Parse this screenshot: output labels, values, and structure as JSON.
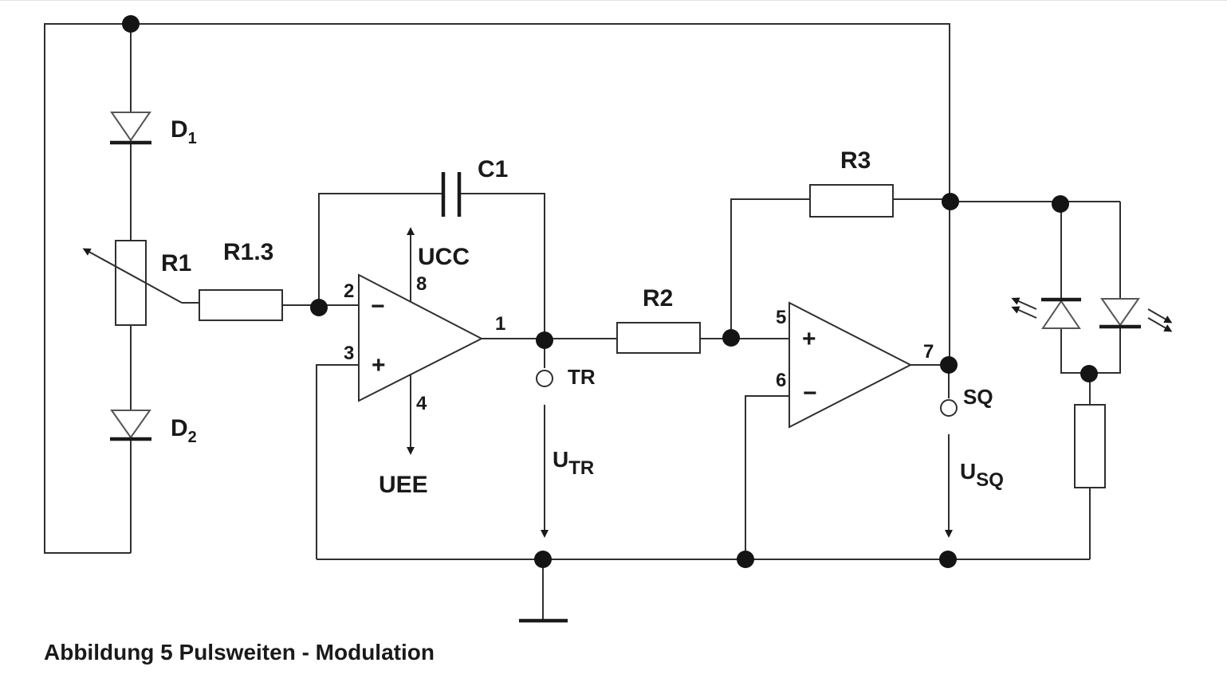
{
  "labels": {
    "d1_main": "D",
    "d1_sub": "1",
    "d2_main": "D",
    "d2_sub": "2",
    "r1": "R1",
    "r13": "R1.3",
    "c1": "C1",
    "ucc": "UCC",
    "uee": "UEE",
    "r2": "R2",
    "r3": "R3",
    "tr": "TR",
    "sq": "SQ",
    "utr_main": "U",
    "utr_sub": "TR",
    "usq_main": "U",
    "usq_sub": "SQ"
  },
  "pins": {
    "op1_inv": "2",
    "op1_noninv": "3",
    "op1_supply_pos": "8",
    "op1_supply_neg": "4",
    "op1_out": "1",
    "op2_noninv": "5",
    "op2_inv": "6",
    "op2_out": "7"
  },
  "op_symbols": {
    "op1_top": "−",
    "op1_bottom": "+",
    "op2_top": "+",
    "op2_bottom": "−"
  },
  "caption": "Abbildung 5 Pulsweiten - Modulation"
}
